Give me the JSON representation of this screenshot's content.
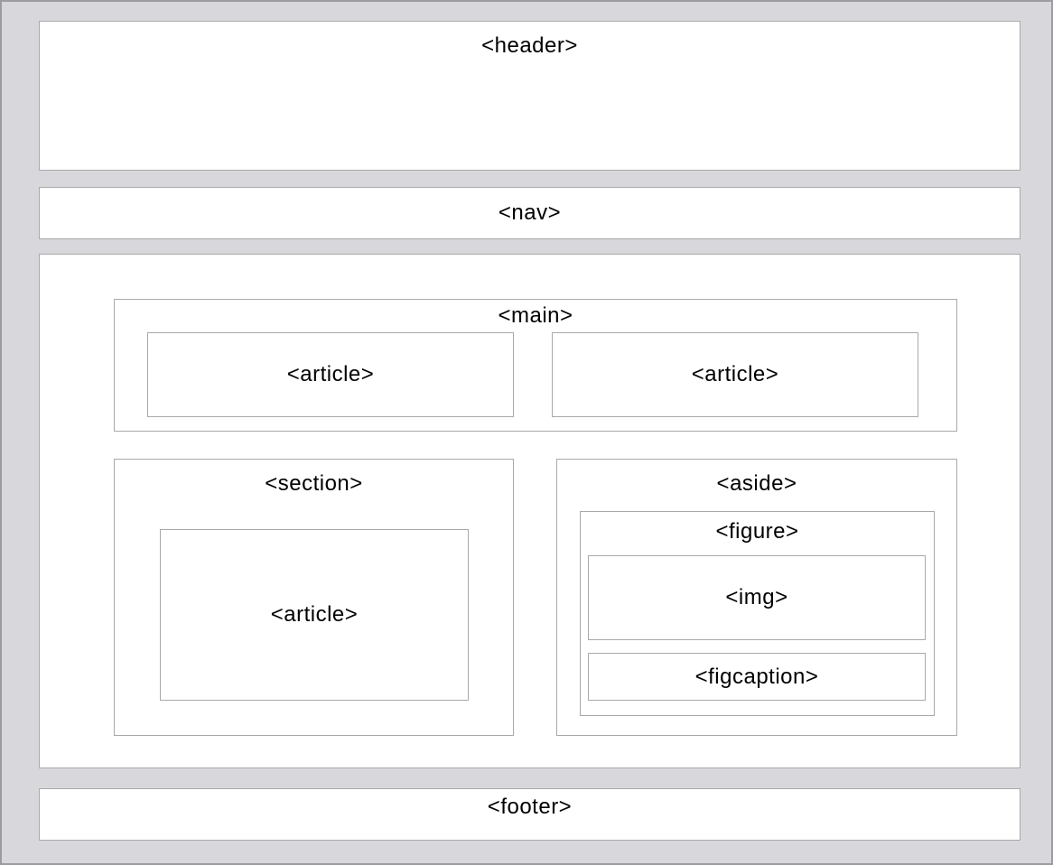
{
  "page": {
    "description": "HTML5 semantic layout structure diagram",
    "colors": {
      "background": "#d8d8dc",
      "frame_border": "#9b9ba1",
      "box_border": "#a9a9a9",
      "box_background": "#ffffff",
      "text": "#000000"
    }
  },
  "boxes": {
    "header": {
      "label": "<header>"
    },
    "nav": {
      "label": "<nav>"
    },
    "main": {
      "label": "<main>"
    },
    "main_article_1": {
      "label": "<article>"
    },
    "main_article_2": {
      "label": "<article>"
    },
    "section": {
      "label": "<section>"
    },
    "section_article": {
      "label": "<article>"
    },
    "aside": {
      "label": "<aside>"
    },
    "figure": {
      "label": "<figure>"
    },
    "img": {
      "label": "<img>"
    },
    "figcaption": {
      "label": "<figcaption>"
    },
    "footer": {
      "label": "<footer>"
    }
  }
}
